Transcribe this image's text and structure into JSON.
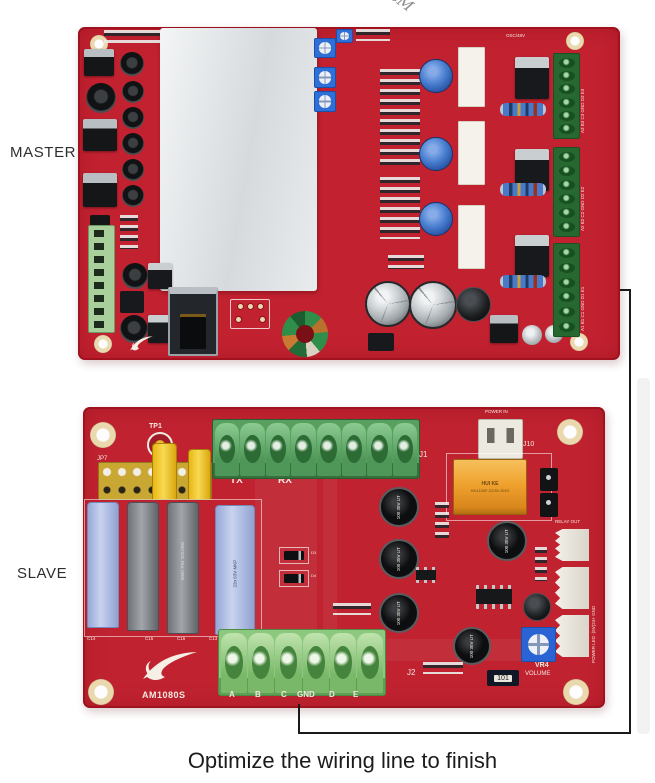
{
  "watermark": "cM",
  "annotations": {
    "master_label": "MASTER",
    "slave_label": "SLAVE",
    "caption": "Optimize the wiring line to finish"
  },
  "colors": {
    "pcb_red": "#c22130",
    "pcb_red_dark": "#9e1823",
    "terminal_green_dark": "#26682f",
    "terminal_green_bright": "#57a05e",
    "terminal_green_light": "#8cc87e",
    "relay_orange": "#efa22e",
    "jumper_yellow": "#f2c21e",
    "trimmer_blue": "#2f6fd8",
    "heatsink_silver": "#dfe3e6",
    "annotation_line": "#1a1a1a"
  },
  "master": {
    "silk_top": "OSC/48V",
    "terminal_labels": [
      "A3 B3 C3 GND D3 E3",
      "A2 B2 C2 GND D2 E2",
      "A1 B1 C1 GND D1 E1"
    ]
  },
  "slave": {
    "tp1": "TP1",
    "jp7": "JP7",
    "tx": "TX",
    "rx": "RX",
    "j1": "J1",
    "j10": "J10",
    "j2": "J2",
    "power_in": "POWER IN",
    "relay_brand": "HUI KE",
    "relay_part": "HK4100F-DC5V-SHG",
    "relay_out": "RELAY OUT",
    "vr4": "VR4",
    "volume": "VOLUME",
    "resistor_code": "101",
    "logo_text": "AM1080S",
    "ecap_text": "100 35V UT",
    "film_text_1": "MMK P84 102J900",
    "film_text_2": "22n 63V MKP",
    "side_text": "POWER LED -(5V)24+ GND",
    "cap_refs": [
      "C14",
      "C15",
      "C16",
      "C13"
    ],
    "diode_refs": [
      "D3",
      "D4"
    ],
    "bottom_pins": [
      "A",
      "B",
      "C",
      "GND",
      "D",
      "E"
    ]
  }
}
